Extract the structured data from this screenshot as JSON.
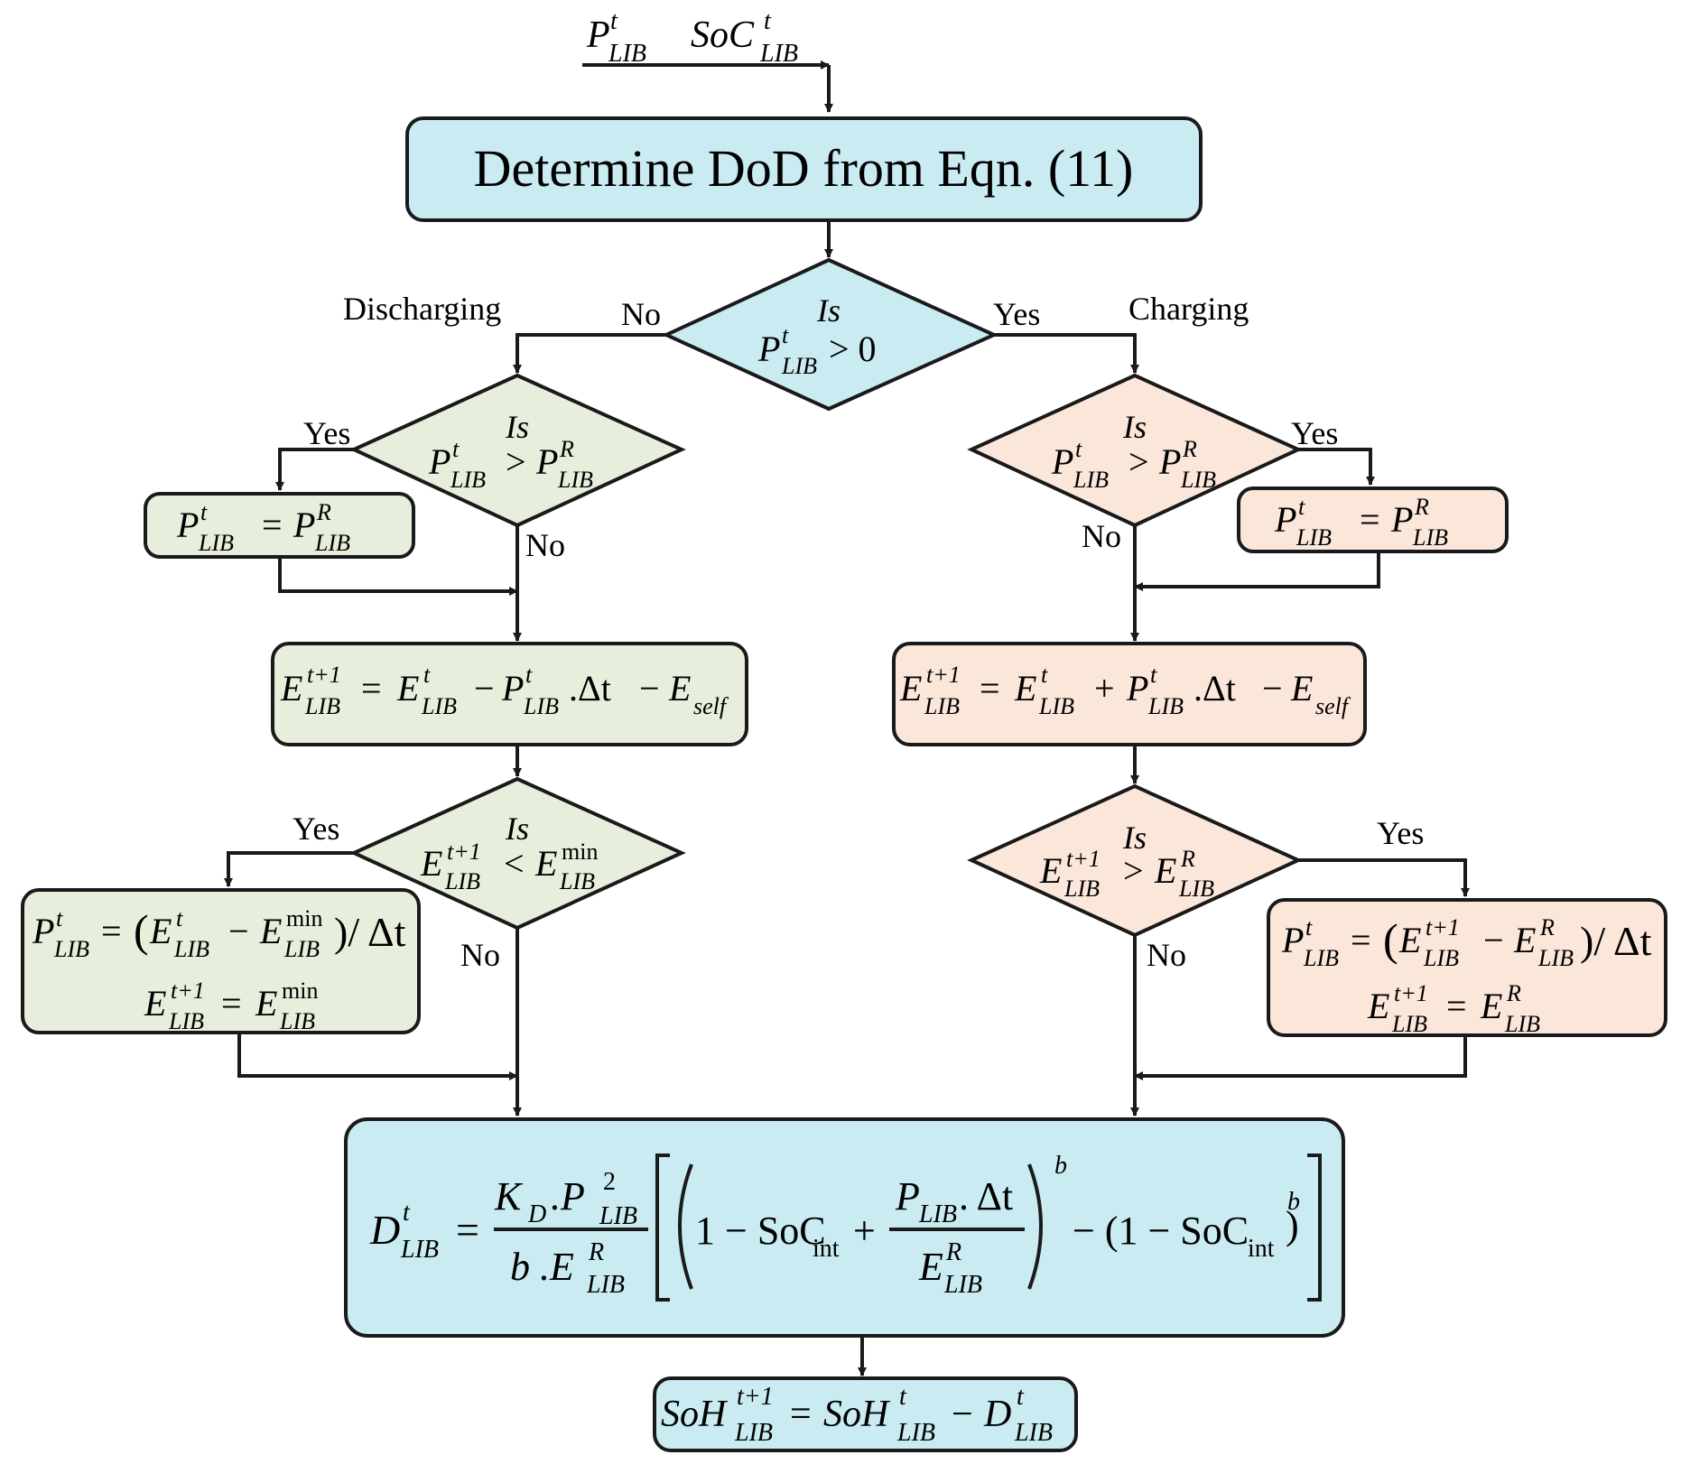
{
  "colors": {
    "blue": "#c9ebf1",
    "green": "#e7eedc",
    "peach": "#fbe6da",
    "stroke": "#1a1a1a"
  },
  "input": {
    "p": "P",
    "soc": "SoC",
    "sub": "LIB",
    "sup": "t"
  },
  "determine_box": "Determine DoD from Eqn. (11)",
  "main_decision": {
    "is": "Is",
    "expr": "P",
    "sub": "LIB",
    "sup": "t",
    "rel": "> 0"
  },
  "labels": {
    "discharging": "Discharging",
    "charging": "Charging",
    "yes": "Yes",
    "no": "No"
  },
  "symbols": {
    "P": "P",
    "E": "E",
    "LIB": "LIB",
    "t": "t",
    "R": "R",
    "t1": "t+1",
    "min": "min",
    "self": "self",
    "gt": ">",
    "lt": "<",
    "eq": "=",
    "minus": "−",
    "plus": "+",
    "dt": ".Δt",
    "div_dt": ")/ Δt",
    "lp": "(",
    "is": "Is"
  },
  "final": {
    "D": "D",
    "SoH": "SoH",
    "K": "K",
    "Dsub": "D",
    "dotP": ".P",
    "two": "2",
    "b": "b",
    "bdotE": "b .E",
    "one_minus": "1 − SoC",
    "int": "int",
    "plus": "+",
    "P_LIB_dt": "P",
    "dt": ". Δt",
    "minus_paren": "− (1 − SoC"
  }
}
